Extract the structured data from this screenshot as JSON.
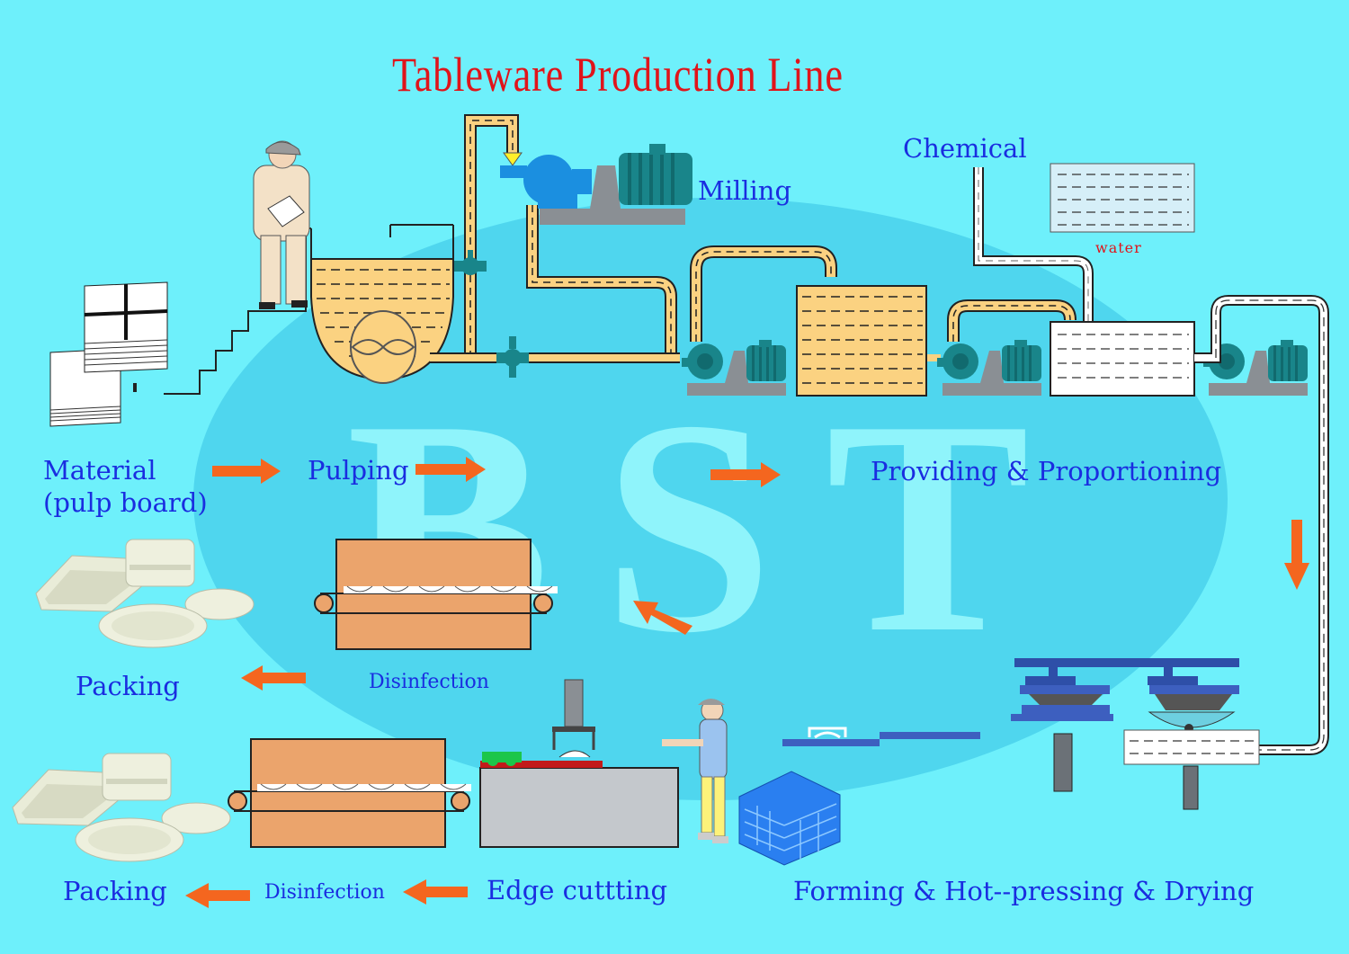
{
  "title": "Tableware Production Line",
  "watermark": "BST",
  "labels": {
    "material": [
      "Material",
      "(pulp board)"
    ],
    "pulping": "Pulping",
    "milling": "Milling",
    "chemical": "Chemical",
    "water": "water",
    "providing": "Providing & Proportioning",
    "forming": "Forming & Hot--pressing & Drying",
    "edge_cutting": "Edge cuttting",
    "disinfection_top": "Disinfection",
    "disinfection_bottom": "Disinfection",
    "packing_top": "Packing",
    "packing_bottom": "Packing"
  },
  "colors": {
    "background": "#6ef0fb",
    "title": "#e0141a",
    "label": "#1a2de0",
    "arrow": "#f4661f",
    "pulp": "#fbd281",
    "motor": "#19858a",
    "oven": "#eba46c",
    "watermark_ellipse": "#4fd6ee"
  },
  "icons": [
    "worker-icon",
    "pulp-board-stack-icon",
    "pump-icon",
    "motor-icon",
    "tableware-icon",
    "crate-icon",
    "press-icon"
  ]
}
